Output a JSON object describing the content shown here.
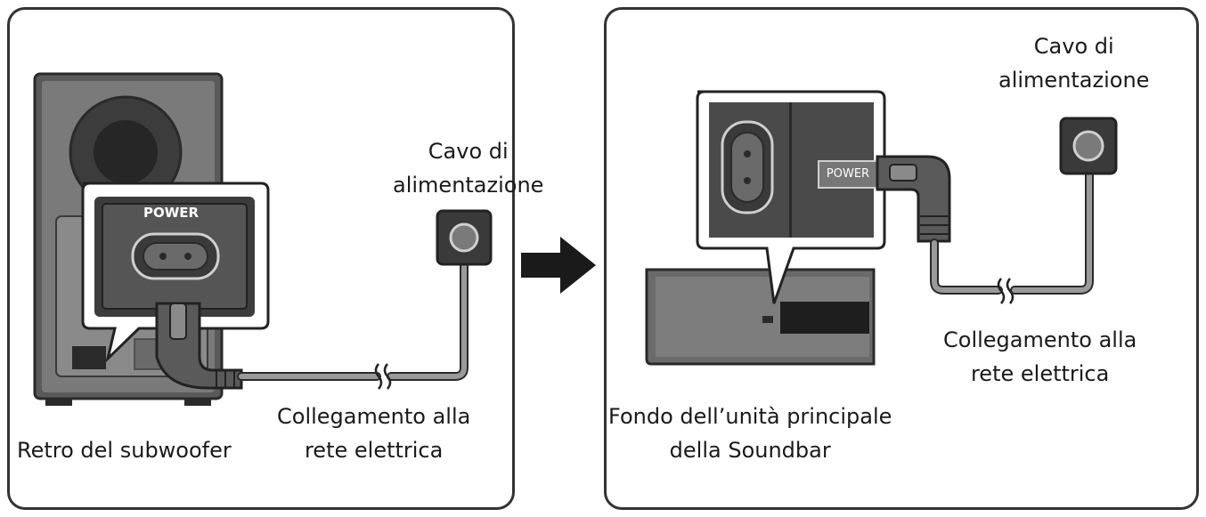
{
  "left_panel": {
    "power_label": "POWER",
    "caption_subwoofer": "Retro del subwoofer",
    "cable_label": [
      "Cavo di",
      "alimentazione"
    ],
    "outlet_label": [
      "Collegamento alla",
      "rete elettrica"
    ]
  },
  "right_panel": {
    "power_label": "POWER",
    "caption_soundbar": [
      "Fondo dell’unità principale",
      "della Soundbar"
    ],
    "cable_label": [
      "Cavo di",
      "alimentazione"
    ],
    "outlet_label": [
      "Collegamento alla",
      "rete elettrica"
    ]
  },
  "colors": {
    "device_dark": "#555555",
    "device_mid": "#8a8a8a",
    "cable": "#9a9a9a",
    "outline": "#2a2a2a"
  }
}
